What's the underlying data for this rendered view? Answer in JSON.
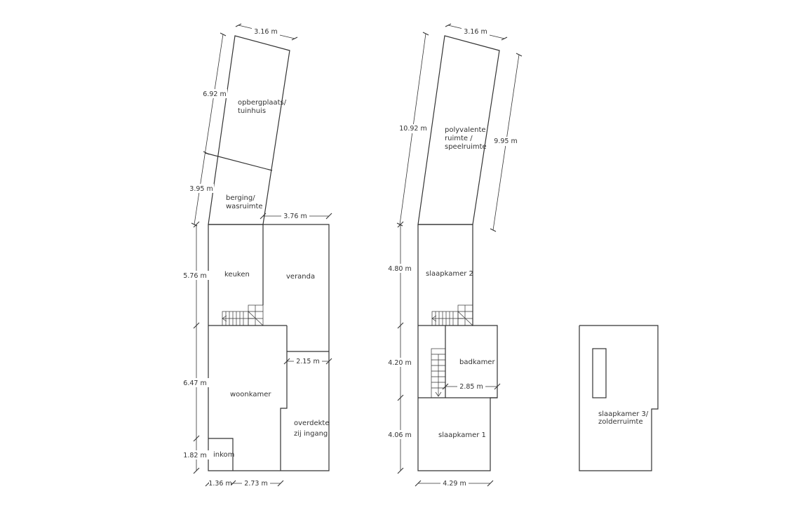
{
  "rooms": {
    "opbergplaats_1": "opbergplaats/",
    "opbergplaats_2": "tuinhuis",
    "berging_1": "berging/",
    "berging_2": "wasruimte",
    "keuken": "keuken",
    "veranda": "veranda",
    "woonkamer": "woonkamer",
    "overdekte_1": "overdekte",
    "overdekte_2": "zij ingang",
    "inkom": "inkom",
    "polyvalente_1": "polyvalente",
    "polyvalente_2": "ruimte /",
    "polyvalente_3": "speelruimte",
    "slaapkamer2": "slaapkamer 2",
    "badkamer": "badkamer",
    "slaapkamer1": "slaapkamer 1",
    "slaapkamer3_1": "slaapkamer 3/",
    "slaapkamer3_2": "zolderruimte"
  },
  "dimensions": {
    "gf_top_width": "3.16 m",
    "gf_shed_depth": "6.92 m",
    "gf_berging_depth": "3.95 m",
    "gf_veranda_width": "3.76 m",
    "gf_keuken_depth": "5.76 m",
    "gf_woonkamer_depth": "6.47 m",
    "gf_side_width": "2.15 m",
    "gf_inkom_depth": "1.82 m",
    "gf_inkom_width": "1.36 m",
    "gf_woonkamer_width": "2.73 m",
    "ff_top_width": "3.16 m",
    "ff_poly_left": "10.92 m",
    "ff_poly_right": "9.95 m",
    "ff_slaapkamer2_depth": "4.80 m",
    "ff_badkamer_depth": "4.20 m",
    "ff_badkamer_width": "2.85 m",
    "ff_slaapkamer1_depth": "4.06 m",
    "ff_total_width": "4.29 m"
  }
}
